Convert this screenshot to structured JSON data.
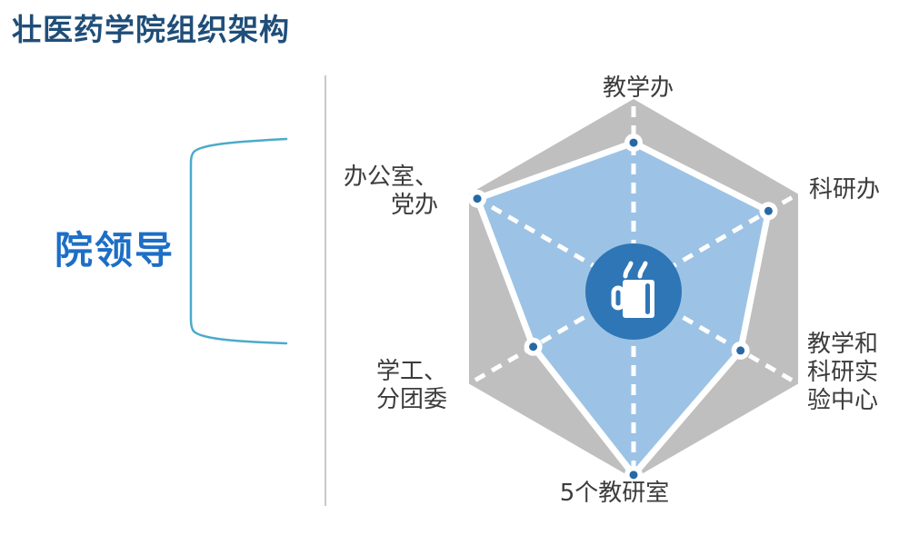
{
  "page": {
    "title": "壮医药学院组织架构"
  },
  "leadership": {
    "label": "院领导"
  },
  "colors": {
    "title_text": "#1F4E79",
    "leadership_text": "#1D6EC6",
    "bracket": "#4AABCB",
    "divider": "#C9C9C9",
    "label_text": "#3C3C3C"
  },
  "chart_data": {
    "type": "radar",
    "title": "",
    "categories": [
      "教学办",
      "科研办",
      "教学和科研实验中心",
      "5个教研室",
      "学工、分团委",
      "办公室、党办"
    ],
    "values": [
      0.77,
      0.82,
      0.65,
      0.98,
      0.61,
      0.95
    ],
    "value_range": [
      0,
      1
    ],
    "grid": "outer-hexagon-only",
    "legend_position": "none",
    "center_icon": "mug-icon",
    "colors": {
      "grid_fill": "#BFBFBF",
      "area_fill": "#9CC3E5",
      "area_stroke": "#FFFFFF",
      "spoke": "#FFFFFF",
      "vertex_dot": "#2769A4",
      "vertex_ring": "#FFFFFF",
      "center_circle": "#2E76B6",
      "icon": "#FFFFFF"
    }
  }
}
